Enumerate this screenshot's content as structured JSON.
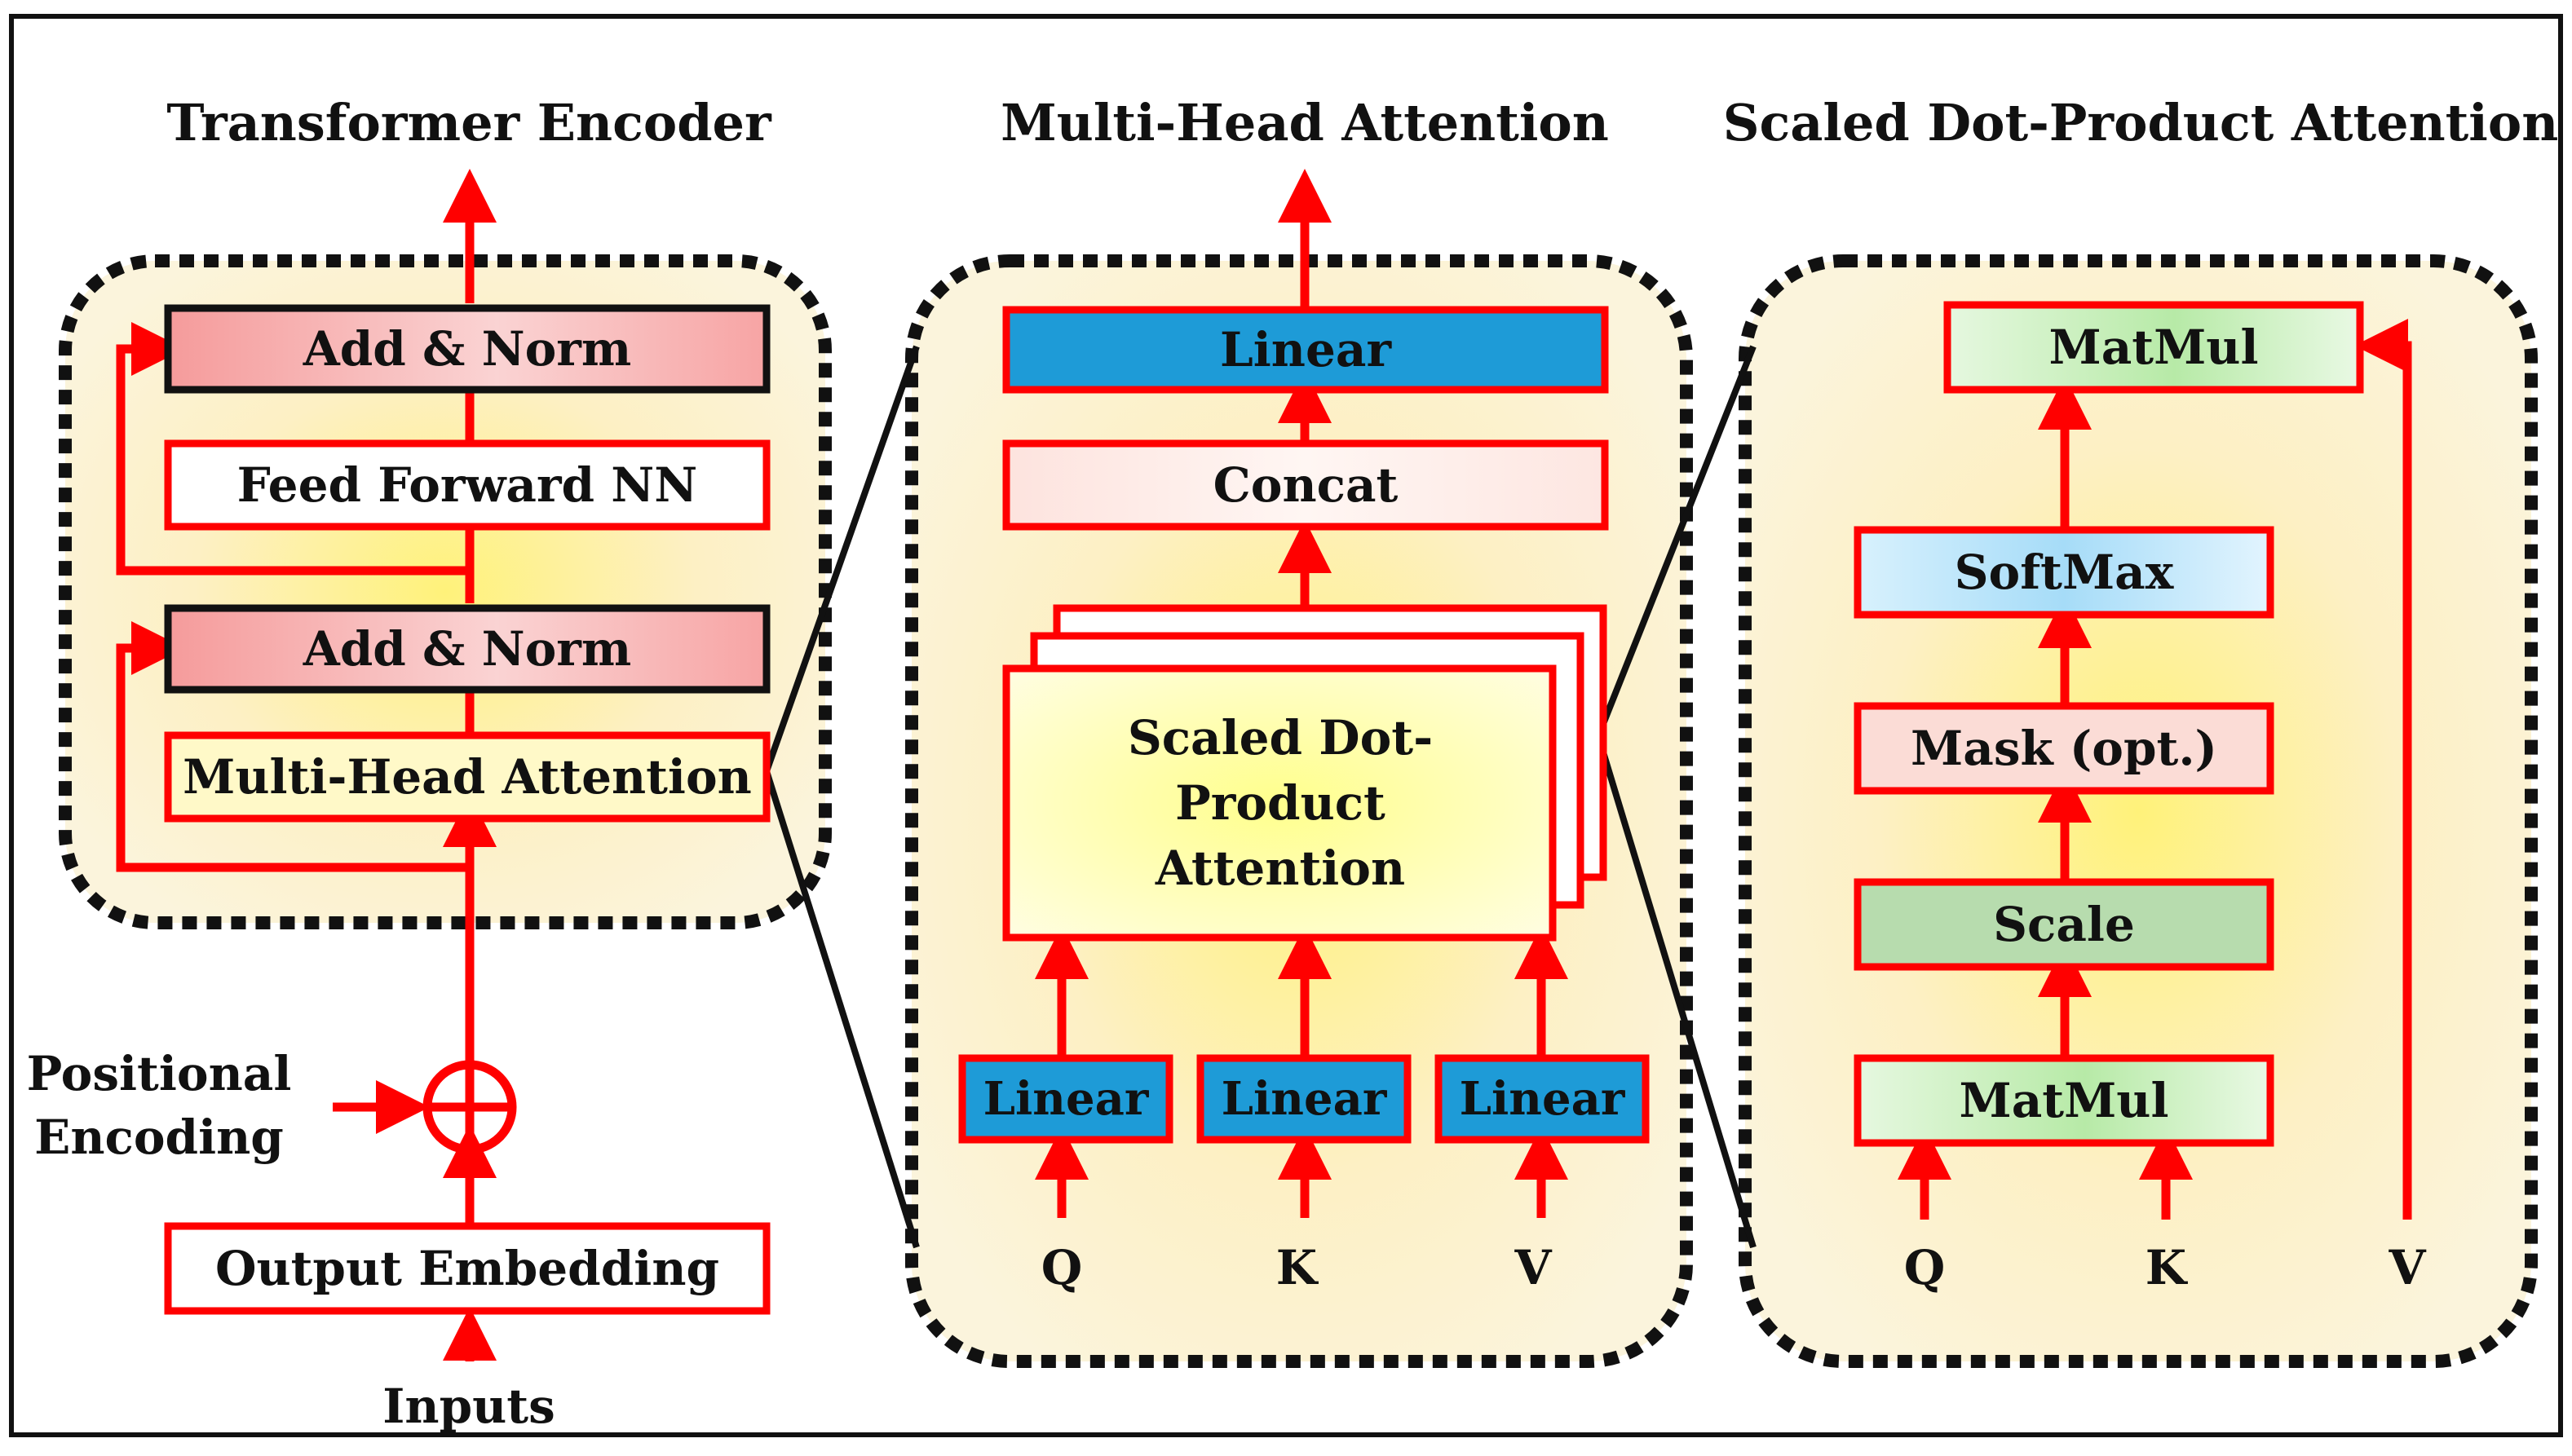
{
  "titles": {
    "encoder": "Transformer Encoder",
    "mha": "Multi-Head Attention",
    "sdpa": "Scaled Dot-Product Attention"
  },
  "encoder": {
    "add_norm_top": "Add & Norm",
    "feed_forward": "Feed Forward NN",
    "add_norm_bottom": "Add & Norm",
    "multi_head": "Multi-Head Attention",
    "positional_encoding": "Positional Encoding",
    "output_embedding": "Output Embedding",
    "inputs": "Inputs"
  },
  "mha": {
    "linear_out": "Linear",
    "concat": "Concat",
    "sdpa_block": "Scaled Dot-Product Attention",
    "linear_q": "Linear",
    "linear_k": "Linear",
    "linear_v": "Linear",
    "q": "Q",
    "k": "K",
    "v": "V"
  },
  "sdpa": {
    "matmul_top": "MatMul",
    "softmax": "SoftMax",
    "mask": "Mask (opt.)",
    "scale": "Scale",
    "matmul_bottom": "MatMul",
    "q": "Q",
    "k": "K",
    "v": "V"
  },
  "colors": {
    "arrow": "#ff0000",
    "box_border_red": "#ff0000",
    "box_border_black": "#111111",
    "linear_fill": "#1e9bd7",
    "panel_fill": "#fdf3cf",
    "add_norm_fill": "#f6a3a3",
    "softmax_fill": "#bfe6fb",
    "mask_fill": "#fbdcd6",
    "scale_fill": "#b7dcae",
    "matmul_fill": "#d8f3d0"
  }
}
